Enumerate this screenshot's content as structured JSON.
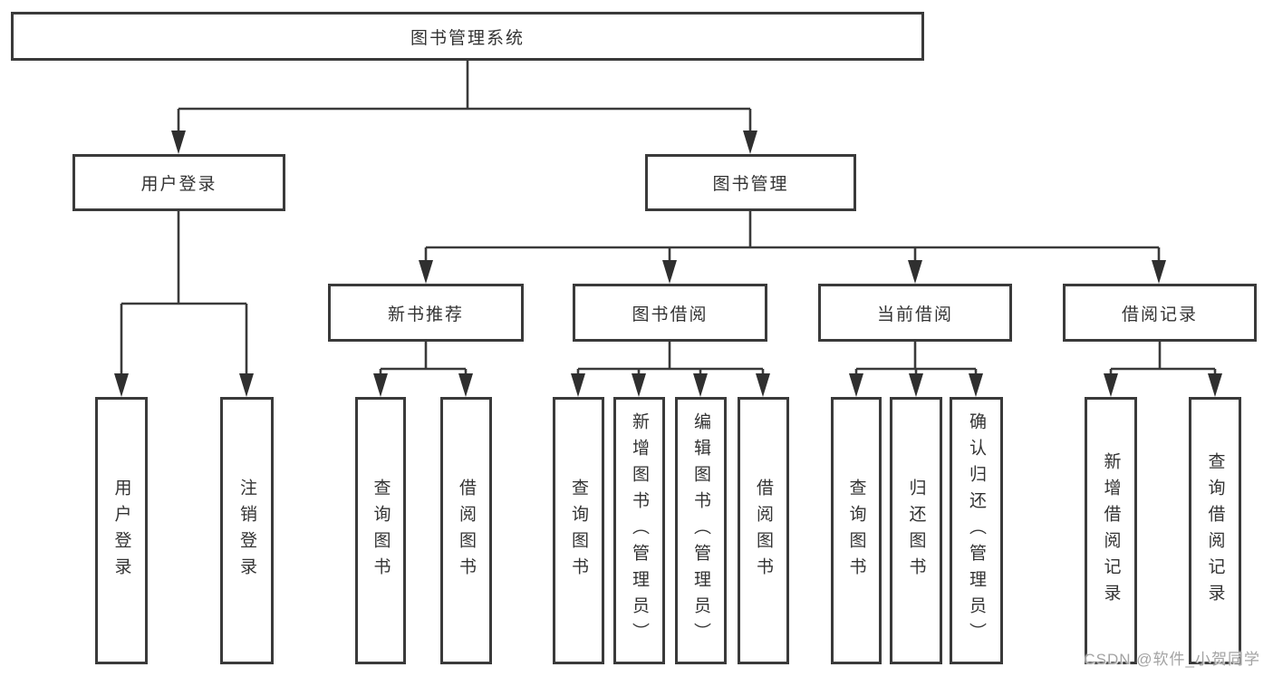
{
  "tree": {
    "root": "图书管理系统",
    "login": {
      "label": "用户登录",
      "leaves": [
        "用户登录",
        "注销登录"
      ]
    },
    "mgmt": {
      "label": "图书管理",
      "groups": [
        {
          "label": "新书推荐",
          "leaves": [
            "查询图书",
            "借阅图书"
          ]
        },
        {
          "label": "图书借阅",
          "leaves": [
            "查询图书",
            "新增图书（管理员）",
            "编辑图书（管理员）",
            "借阅图书"
          ]
        },
        {
          "label": "当前借阅",
          "leaves": [
            "查询图书",
            "归还图书",
            "确认归还（管理员）"
          ]
        },
        {
          "label": "借阅记录",
          "leaves": [
            "新增借阅记录",
            "查询借阅记录"
          ]
        }
      ]
    }
  },
  "watermark": "CSDN @软件_小贺同学",
  "colors": {
    "line": "#3a3a3a",
    "text": "#333333",
    "watermark": "#a3a3a3",
    "background": "#ffffff"
  }
}
